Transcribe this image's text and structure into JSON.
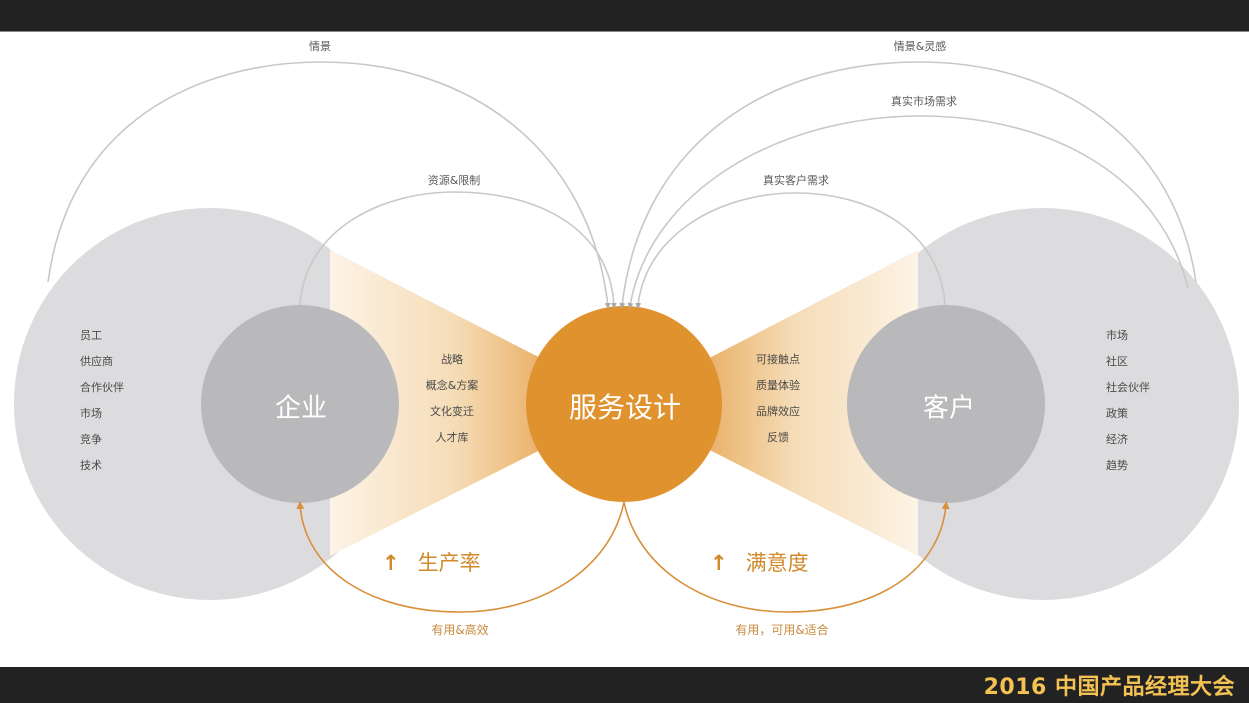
{
  "footer": {
    "title": "2016 中国产品经理大会"
  },
  "colors": {
    "accent": "#e0922e",
    "gradient_light": "#fbebd5",
    "outer_circle": "#dcdcde",
    "inner_circle": "#b9b9bb",
    "arc_gray": "#c8c8c8",
    "arc_orange": "#d9903a",
    "footer_text": "#f4c253",
    "bar_bg": "#222222"
  },
  "nodes": {
    "enterprise": {
      "label": "企业",
      "context": [
        "员工",
        "供应商",
        "合作伙伴",
        "市场",
        "竞争",
        "技术"
      ]
    },
    "service_design": {
      "label": "服务设计"
    },
    "customer": {
      "label": "客户",
      "context": [
        "市场",
        "社区",
        "社会伙伴",
        "政策",
        "经济",
        "趋势"
      ]
    }
  },
  "flows": {
    "enterprise_to_design": [
      "战略",
      "概念&方案",
      "文化变迁",
      "人才库"
    ],
    "design_to_customer": [
      "可接触点",
      "质量体验",
      "品牌效应",
      "反馈"
    ]
  },
  "arcs": {
    "top_left_outer": "情景",
    "top_left_inner": "资源&限制",
    "top_right_outer": "情景&灵感",
    "top_right_middle": "真实市场需求",
    "top_right_inner": "真实客户需求",
    "bottom_left": "有用&高效",
    "bottom_right": "有用，可用&适合"
  },
  "metrics": {
    "left": {
      "arrow": "↑",
      "label": "生产率"
    },
    "right": {
      "arrow": "↑",
      "label": "满意度"
    }
  }
}
